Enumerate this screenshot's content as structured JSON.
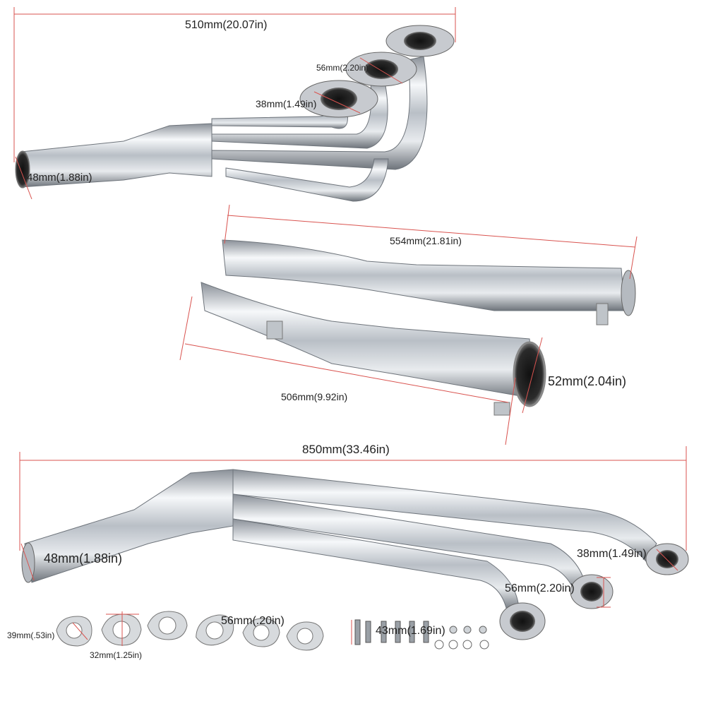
{
  "colors": {
    "dimension_line": "#d9534f",
    "chrome_dark": "#7a7f86",
    "chrome_mid": "#c9ced4",
    "chrome_light": "#f4f6f8",
    "gasket": "#b9bcc0",
    "background": "#ffffff"
  },
  "top_header": {
    "overall_length": "510mm(20.07in)",
    "flange_outer": "56mm(2.20in)",
    "primary_tube": "38mm(1.49in)",
    "collector_outlet": "48mm(1.88in)"
  },
  "mid_pipe": {
    "length_long": "554mm(21.81in)",
    "length_short": "506mm(9.92in)",
    "outlet_diameter": "52mm(2.04in)"
  },
  "bottom_header": {
    "overall_length": "850mm(33.46in)",
    "collector_outlet": "48mm(1.88in)",
    "primary_tube": "38mm(1.49in)",
    "flange_outer": "56mm(2.20in)"
  },
  "hardware": {
    "gasket_height": "39mm(.53in)",
    "gasket_port": "32mm(1.25in)",
    "gasket_width": "56mm(.20in)",
    "bolt_length": "43mm(1.69in)"
  }
}
